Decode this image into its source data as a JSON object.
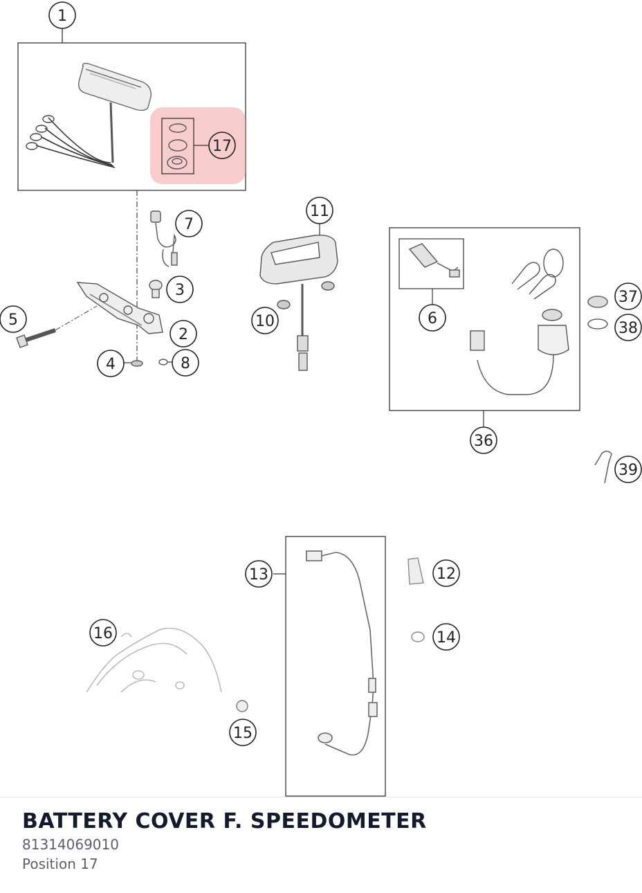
{
  "part": {
    "title": "BATTERY COVER F. SPEEDOMETER",
    "number": "81314069010",
    "position": "Position 17"
  },
  "callouts": {
    "c1": "1",
    "c2": "2",
    "c3": "3",
    "c4": "4",
    "c5": "5",
    "c6": "6",
    "c7": "7",
    "c8": "8",
    "c10": "10",
    "c11": "11",
    "c12": "12",
    "c13": "13",
    "c14": "14",
    "c15": "15",
    "c16": "16",
    "c17": "17",
    "c36": "36",
    "c37": "37",
    "c38": "38",
    "c39": "39"
  },
  "highlight": {
    "callout": "17",
    "color": "#f2a0a4"
  },
  "colors": {
    "title": "#131a2b",
    "meta": "#5a5f6b",
    "line": "#333333"
  }
}
